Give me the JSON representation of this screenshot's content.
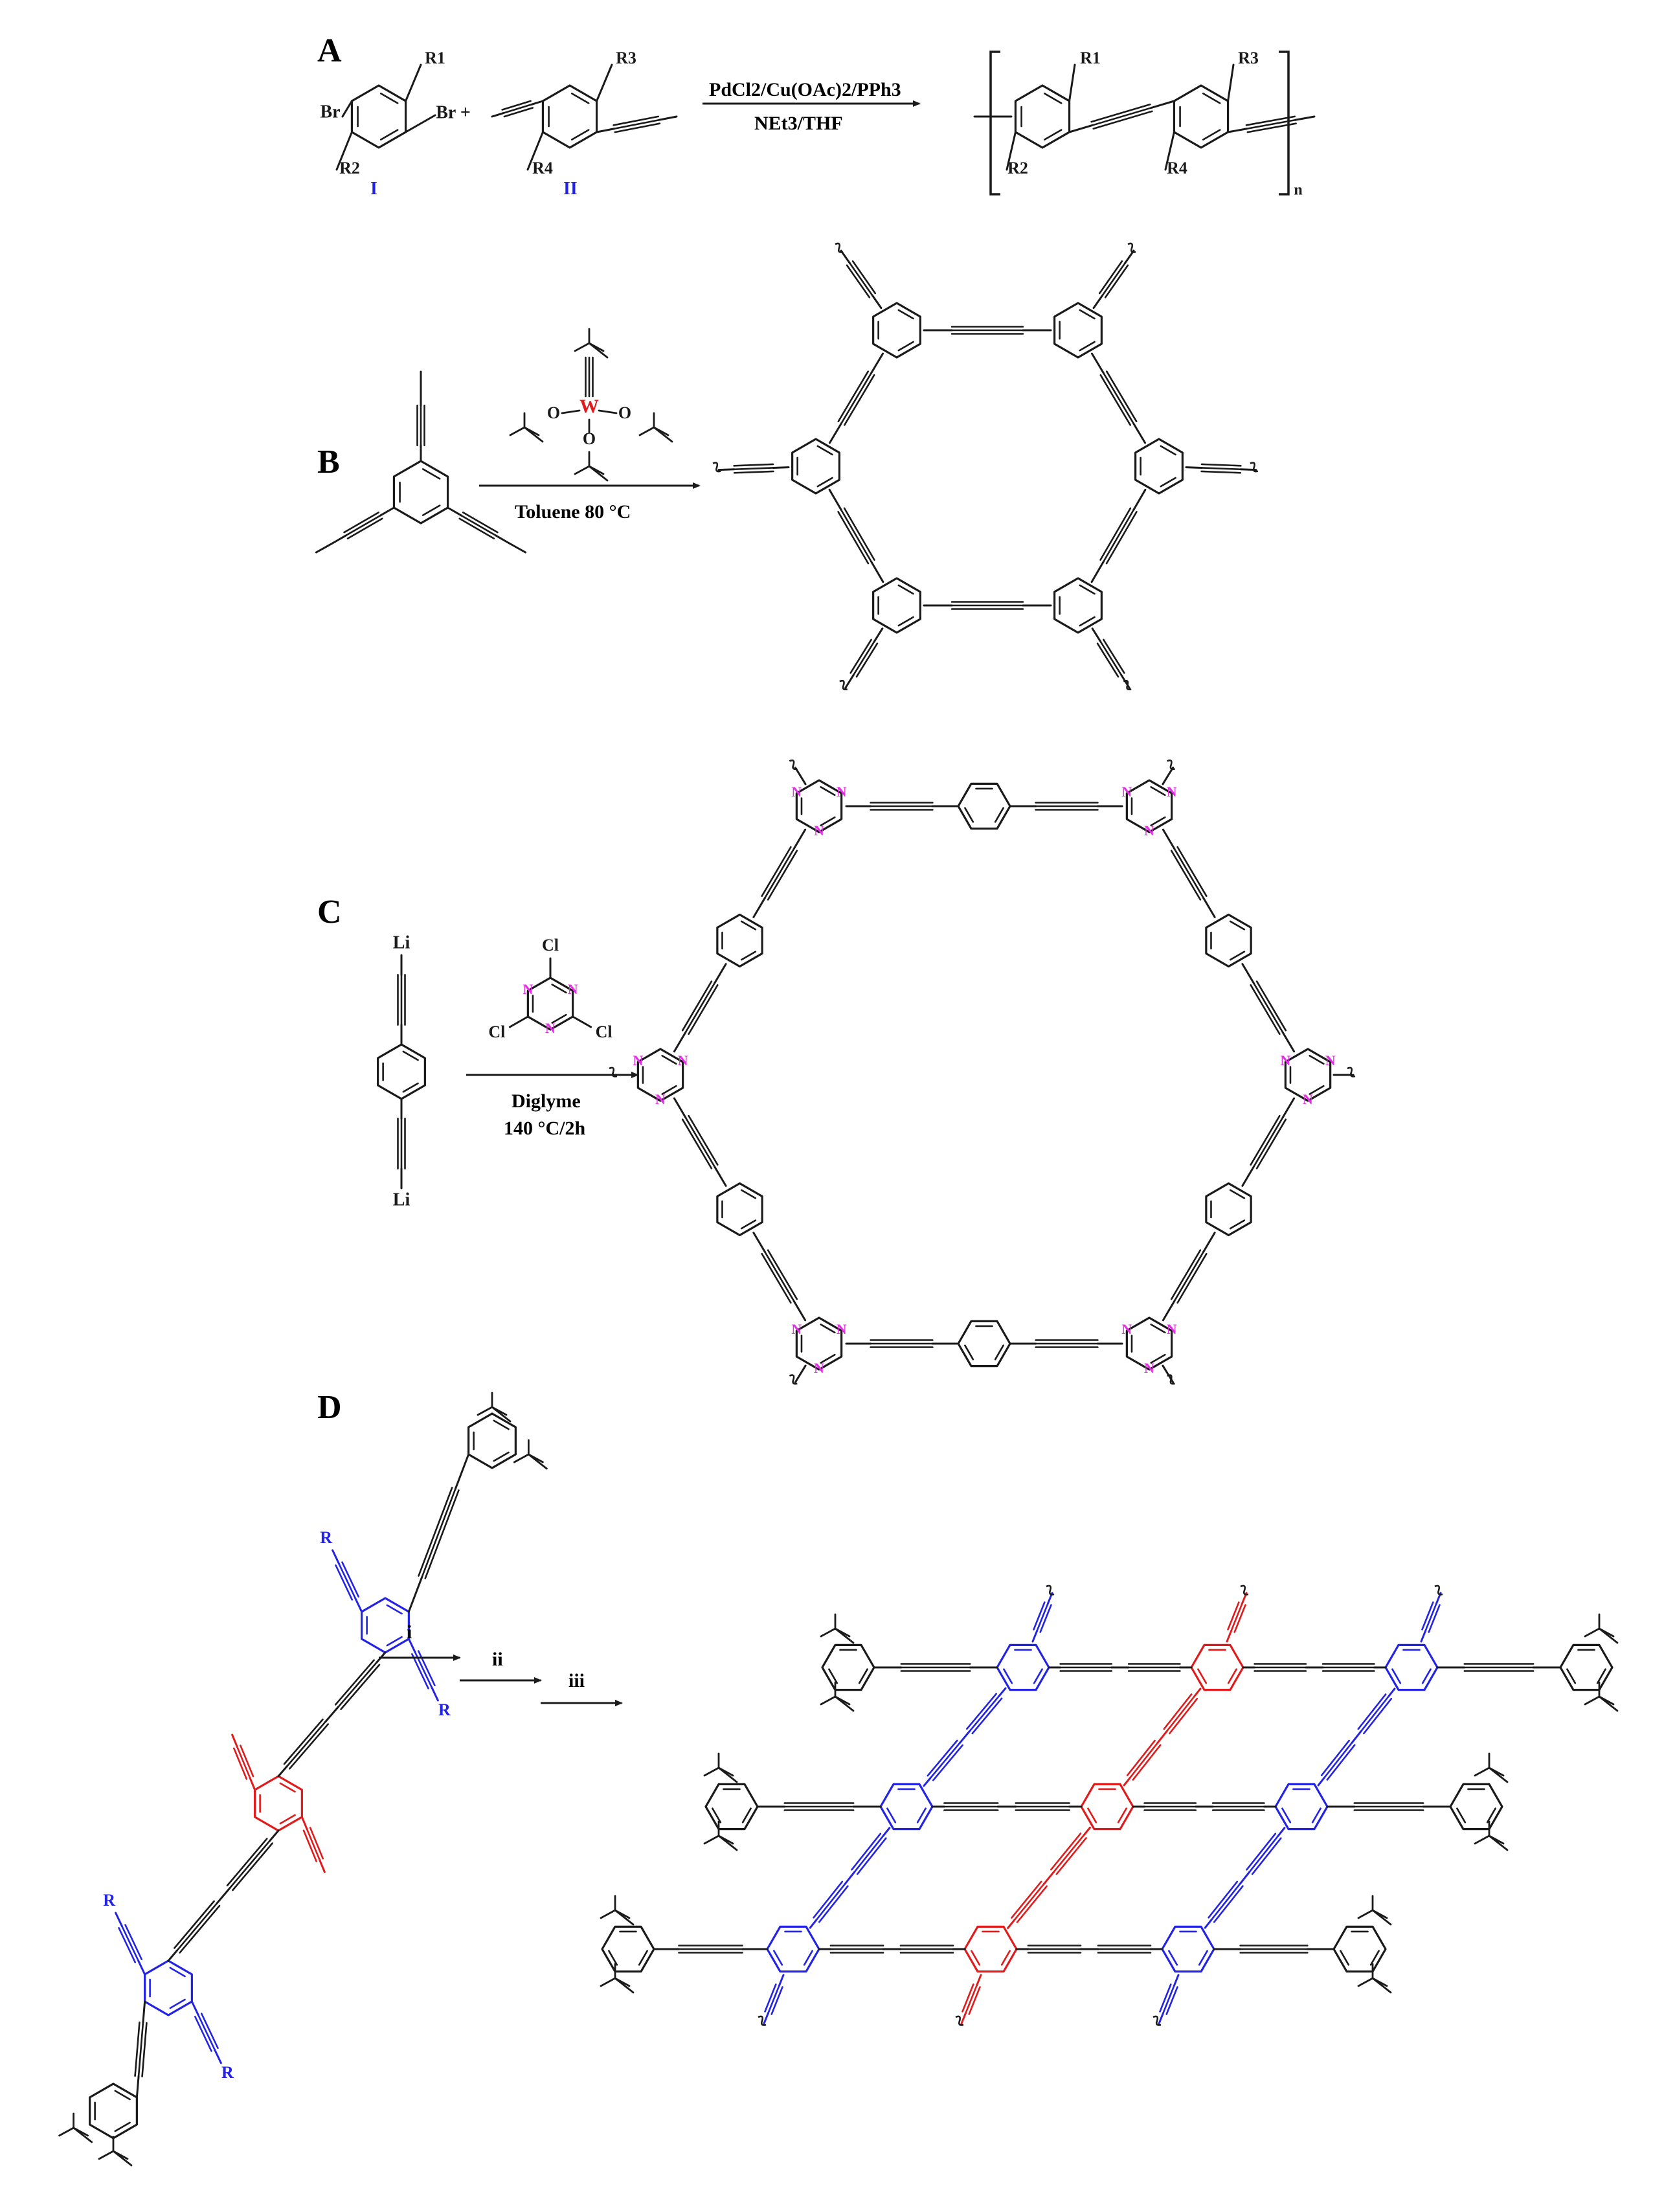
{
  "colors": {
    "black": "#1a1a1a",
    "blue": "#2323e6",
    "red": "#e11b1b",
    "magenta": "#e62ee6"
  },
  "panels": {
    "A": {
      "label": "A",
      "conditions_top": "PdCl2/Cu(OAc)2/PPh3",
      "conditions_bottom": "NEt3/THF",
      "monomer1_name": "I",
      "monomer2_name": "II",
      "atoms": {
        "br": "Br",
        "r1": "R1",
        "r2": "R2",
        "r3": "R3",
        "r4": "R4",
        "n": "n"
      }
    },
    "B": {
      "label": "B",
      "conditions": "Toluene 80 °C",
      "catalyst_metal": "W",
      "catalyst_o": "O"
    },
    "C": {
      "label": "C",
      "conditions_top": "Diglyme",
      "conditions_bottom": "140 °C/2h",
      "atoms": {
        "li": "Li",
        "cl": "Cl",
        "n": "N"
      }
    },
    "D": {
      "label": "D",
      "steps": [
        "i",
        "ii",
        "iii"
      ],
      "r_group": "R"
    }
  }
}
